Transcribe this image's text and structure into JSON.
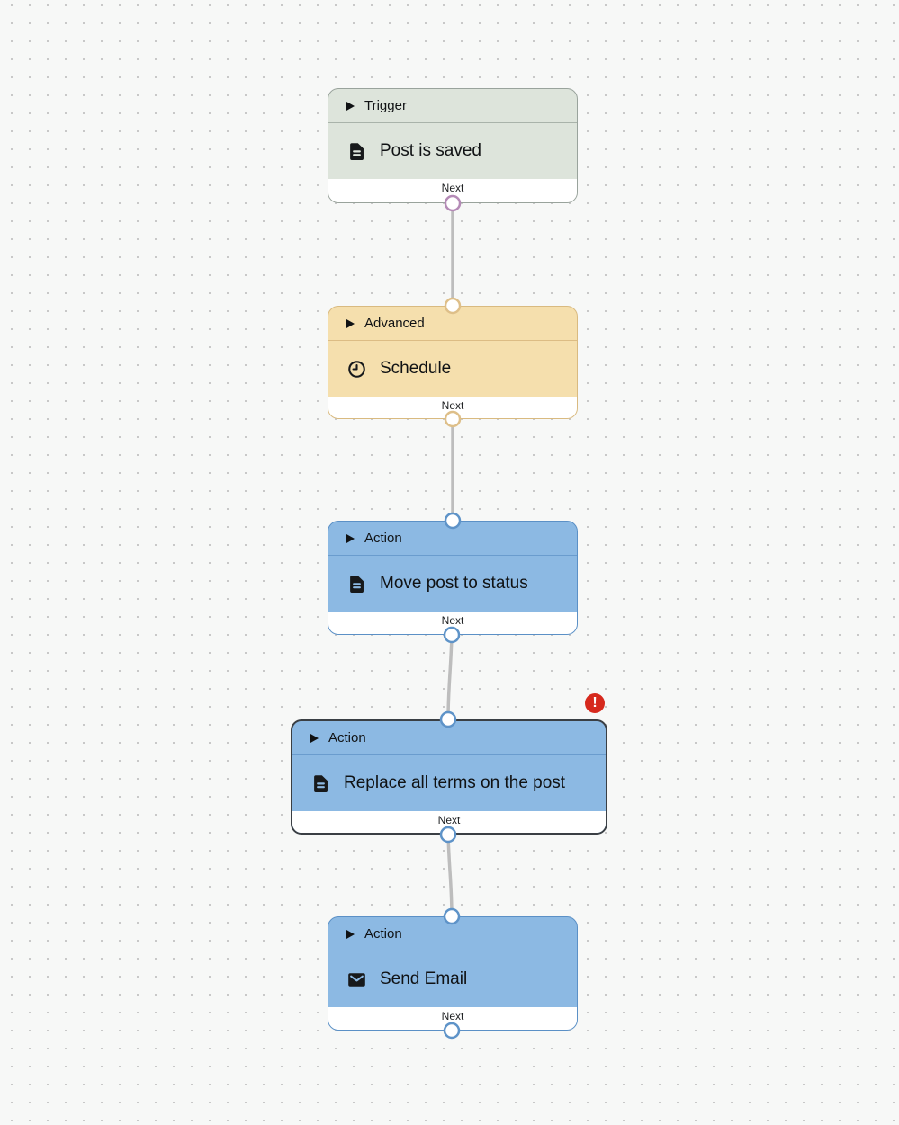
{
  "nodes": [
    {
      "type": "Trigger",
      "title": "Post is saved",
      "icon": "document-icon",
      "next_label": "Next",
      "selected": false,
      "has_error": false,
      "colors": {
        "fill": "#dde4db",
        "border": "#99a39c",
        "divider": "#a9b3aa",
        "port": "#b48ab6"
      }
    },
    {
      "type": "Advanced",
      "title": "Schedule",
      "icon": "clock-icon",
      "next_label": "Next",
      "selected": false,
      "has_error": false,
      "colors": {
        "fill": "#f5dfad",
        "border": "#d9ba80",
        "divider": "#dcbc84",
        "port": "#debf89"
      }
    },
    {
      "type": "Action",
      "title": "Move post to status",
      "icon": "document-icon",
      "next_label": "Next",
      "selected": false,
      "has_error": false,
      "colors": {
        "fill": "#8cb9e3",
        "border": "#5b90c6",
        "divider": "#6a9cce",
        "port": "#5e93c8"
      }
    },
    {
      "type": "Action",
      "title": "Replace all terms on the post",
      "icon": "document-icon",
      "next_label": "Next",
      "selected": true,
      "has_error": true,
      "colors": {
        "fill": "#8cb9e3",
        "border": "#3a3f44",
        "divider": "#6a9cce",
        "port": "#5e93c8"
      }
    },
    {
      "type": "Action",
      "title": "Send Email",
      "icon": "mail-icon",
      "next_label": "Next",
      "selected": false,
      "has_error": false,
      "colors": {
        "fill": "#8cb9e3",
        "border": "#5b90c6",
        "divider": "#6a9cce",
        "port": "#5e93c8"
      }
    }
  ],
  "edges": [
    {
      "from": "Post is saved",
      "to": "Schedule"
    },
    {
      "from": "Schedule",
      "to": "Move post to status"
    },
    {
      "from": "Move post to status",
      "to": "Replace all terms on the post"
    },
    {
      "from": "Replace all terms on the post",
      "to": "Send Email"
    }
  ],
  "error_badge": {
    "glyph": "!",
    "color": "#d6291d"
  },
  "canvas": {
    "dot_color": "#c7c7c7",
    "background": "#f7f8f7"
  }
}
